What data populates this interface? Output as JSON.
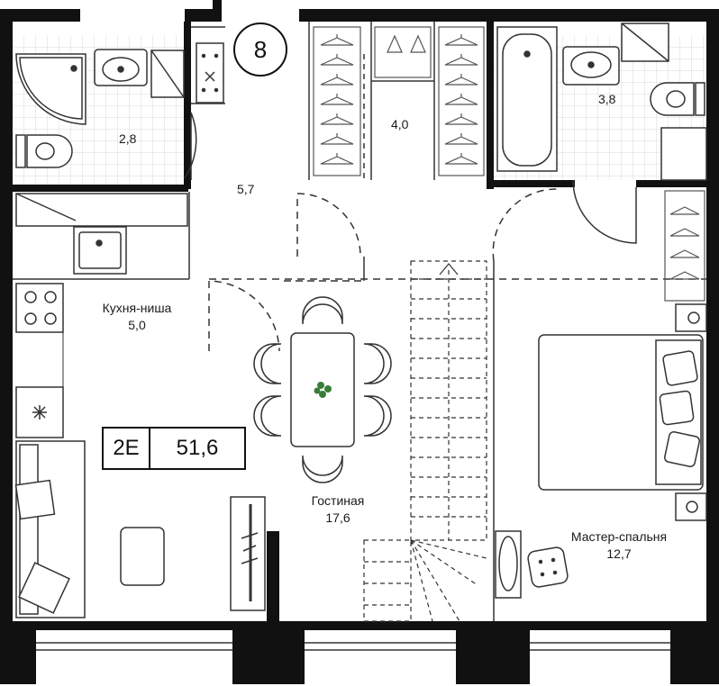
{
  "apartment": {
    "number": "8",
    "type_code": "2E",
    "total_area": "51,6"
  },
  "rooms": [
    {
      "id": "bathroom-1",
      "name": "",
      "area": "2,8"
    },
    {
      "id": "hallway",
      "name": "",
      "area": "5,7"
    },
    {
      "id": "wardrobe",
      "name": "",
      "area": "4,0"
    },
    {
      "id": "bathroom-2",
      "name": "",
      "area": "3,8"
    },
    {
      "id": "kitchen",
      "name": "Кухня-ниша",
      "area": "5,0"
    },
    {
      "id": "living",
      "name": "Гостиная",
      "area": "17,6"
    },
    {
      "id": "master",
      "name": "Мастер-спальня",
      "area": "12,7"
    }
  ],
  "colors": {
    "wall": "#111111",
    "line": "#333333",
    "tile_grid": "#d9d9d9",
    "plant": "#3a7d3a"
  }
}
